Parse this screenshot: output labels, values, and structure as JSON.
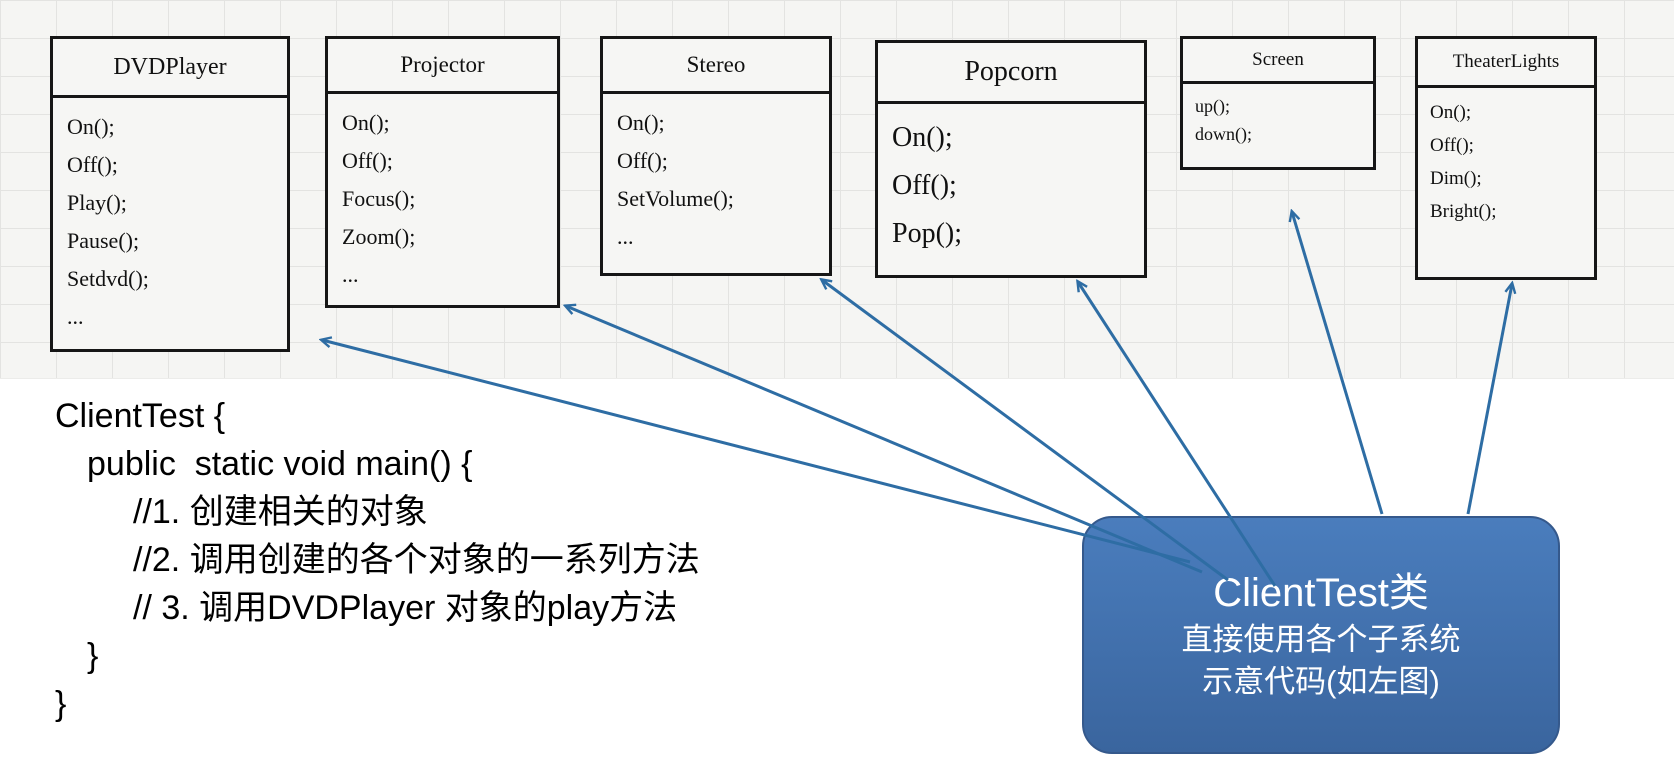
{
  "diagram": {
    "classes": [
      {
        "name": "DVDPlayer",
        "methods": [
          "On();",
          "Off();",
          "Play();",
          "Pause();",
          "Setdvd();",
          "..."
        ]
      },
      {
        "name": "Projector",
        "methods": [
          "On();",
          "Off();",
          "Focus();",
          "Zoom();",
          "..."
        ]
      },
      {
        "name": "Stereo",
        "methods": [
          "On();",
          "Off();",
          "SetVolume();",
          "..."
        ]
      },
      {
        "name": "Popcorn",
        "methods": [
          "On();",
          "Off();",
          "Pop();"
        ]
      },
      {
        "name": "Screen",
        "methods": [
          "up();",
          "down();"
        ]
      },
      {
        "name": "TheaterLights",
        "methods": [
          "On();",
          "Off();",
          "Dim();",
          "Bright();"
        ]
      }
    ],
    "code": {
      "lines": [
        "ClientTest {",
        "public  static void main() {",
        "//1. 创建相关的对象",
        "//2. 调用创建的各个对象的一系列方法",
        "// 3. 调用DVDPlayer 对象的play方法",
        "}",
        "}"
      ]
    },
    "callout": {
      "title": "ClientTest类",
      "line2": "直接使用各个子系统",
      "line3": "示意代码(如左图)"
    },
    "colors": {
      "arrow": "#2e6da4",
      "callout_bg": "#3e6fae"
    }
  }
}
